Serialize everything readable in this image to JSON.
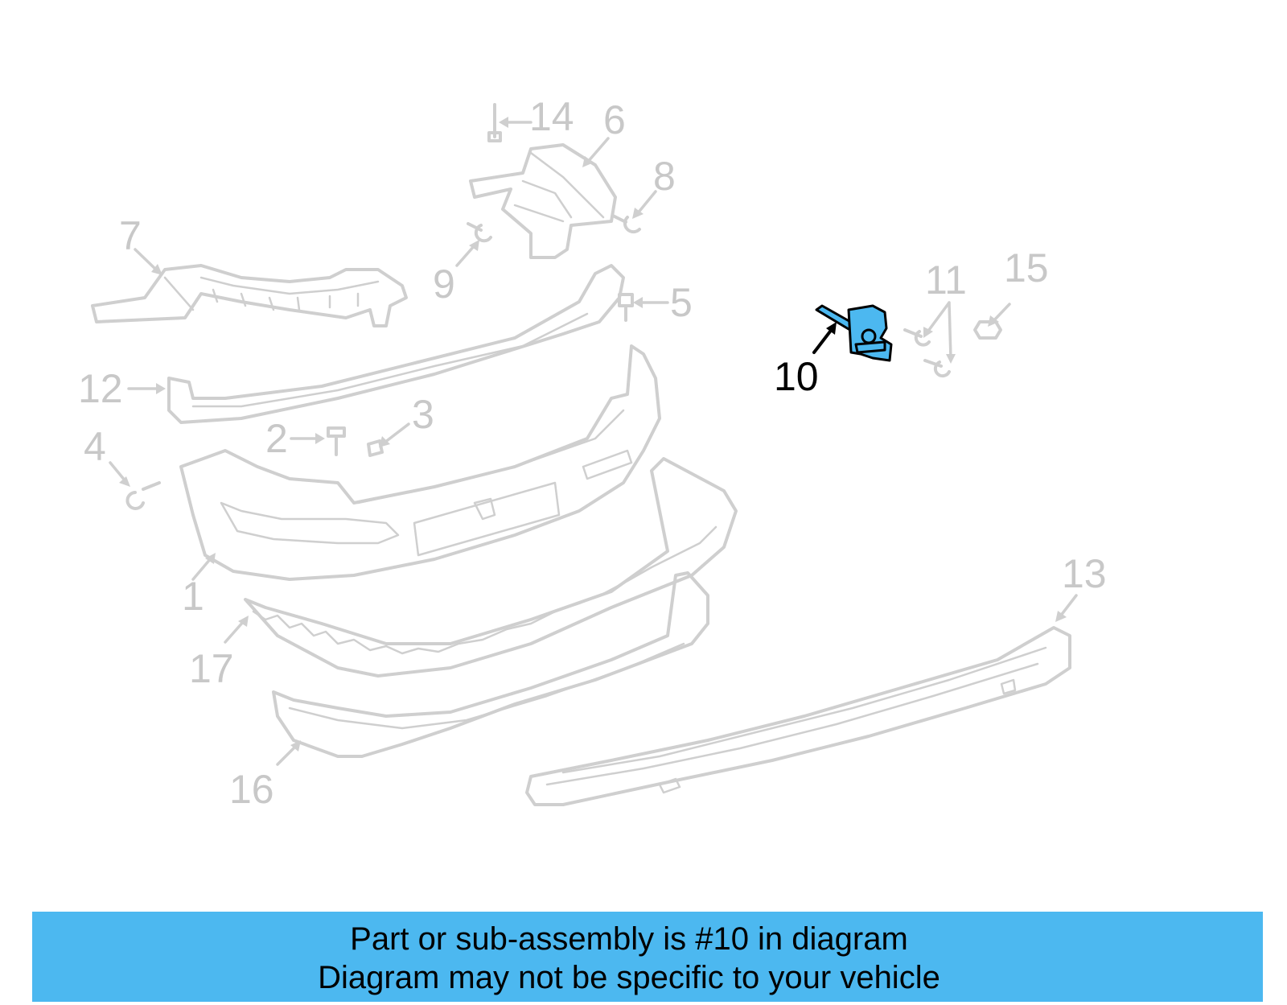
{
  "diagram": {
    "callouts": {
      "c1": "1",
      "c2": "2",
      "c3": "3",
      "c4": "4",
      "c5": "5",
      "c6": "6",
      "c7": "7",
      "c8": "8",
      "c9": "9",
      "c10": "10",
      "c11": "11",
      "c12": "12",
      "c13": "13",
      "c14": "14",
      "c15": "15",
      "c16": "16",
      "c17": "17"
    },
    "highlighted_part": "10",
    "colors": {
      "highlight": "#4cb8f0",
      "ghost_lines": "#cfcfcf",
      "ghost_text": "#c8c8c8",
      "active_text": "#000000"
    }
  },
  "banner": {
    "line1": "Part or sub-assembly is #10 in diagram",
    "line2": "Diagram may not be specific to your vehicle",
    "background": "#4cb8f0"
  }
}
